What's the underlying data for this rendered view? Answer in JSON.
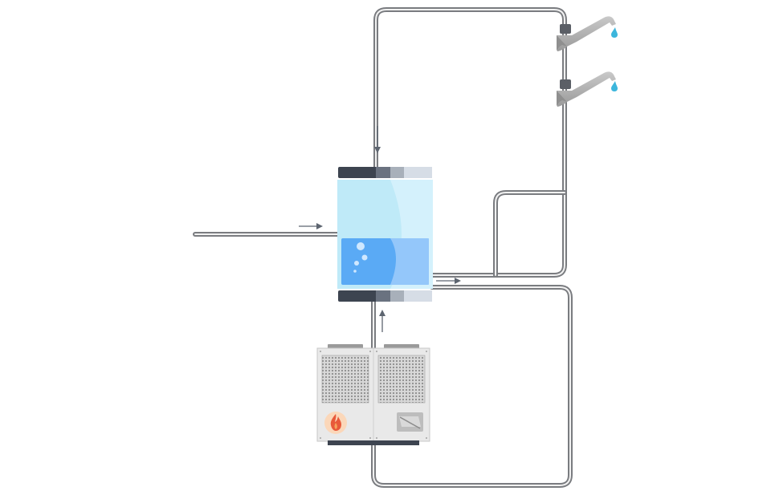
{
  "diagram": {
    "components": [
      {
        "name": "cold-water-inlet",
        "kind": "pipe"
      },
      {
        "name": "hot-water-storage-tank",
        "kind": "tank"
      },
      {
        "name": "heat-pump-unit",
        "kind": "outdoor-unit"
      },
      {
        "name": "water-tap-1",
        "kind": "faucet"
      },
      {
        "name": "water-tap-2",
        "kind": "faucet"
      }
    ],
    "flows": [
      {
        "from": "cold-water-inlet",
        "to": "hot-water-storage-tank"
      },
      {
        "from": "hot-water-storage-tank",
        "to": "water-tap-1"
      },
      {
        "from": "hot-water-storage-tank",
        "to": "water-tap-2"
      },
      {
        "from": "hot-water-storage-tank",
        "to": "heat-pump-unit"
      },
      {
        "from": "heat-pump-unit",
        "to": "hot-water-storage-tank"
      }
    ],
    "colors": {
      "pipe": "#7a7c80",
      "tank_water": "#5aaaf5",
      "tank_glass": "#bfeaf8",
      "tank_band_dark": "#3d4450",
      "flame": "#e8593a",
      "water_drop": "#3cb6dc"
    }
  }
}
